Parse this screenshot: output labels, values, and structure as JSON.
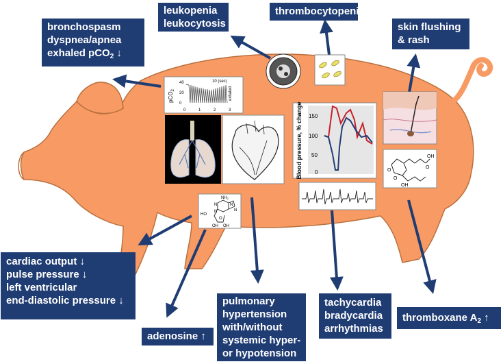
{
  "labels": {
    "lungs": [
      "bronchospasm",
      "dyspnea/apnea",
      "exhaled pCO",
      "2",
      " ↓"
    ],
    "blood_wbc": [
      "leukopenia",
      "leukocytosis"
    ],
    "platelets": [
      "thrombocytopenia"
    ],
    "skin": [
      "skin flushing",
      "& rash"
    ],
    "cardiac": [
      "cardiac output ↓",
      "pulse pressure ↓",
      "left ventricular",
      "end-diastolic pressure ↓"
    ],
    "adenosine": [
      "adenosine ↑"
    ],
    "pulmonary": [
      "pulmonary",
      "hypertension",
      "with/without",
      "systemic hyper-",
      "or hypotension"
    ],
    "rhythm": [
      "tachycardia",
      "bradycardia",
      "arrhythmias"
    ],
    "thromboxane": [
      "thromboxane A",
      "2",
      " ↑"
    ]
  },
  "pco2_panel": {
    "ylabel": "pCO",
    "ylabel_sub": "2",
    "yticks": [
      "40",
      "20",
      "0"
    ],
    "xticks": [
      "0",
      "1",
      "2",
      "3"
    ],
    "time_label": "10 (sec)",
    "trace_label": "exhaled"
  },
  "bp_panel": {
    "ylabel": "Blood pressure, % change",
    "yticks": [
      "150",
      "100",
      "50",
      "0"
    ],
    "series_colors": [
      "#c8202a",
      "#1f3c73"
    ]
  },
  "adenosine_panel": {
    "atom_labels": [
      "NH",
      "2",
      "N",
      "N",
      "N",
      "N",
      "O",
      "HO",
      "OH",
      "OH"
    ]
  },
  "thromboxane_panel": {
    "atom_labels": [
      "OH",
      "O",
      "O",
      "O",
      "OH"
    ]
  },
  "colors": {
    "pig_fill": "#f89a63",
    "pig_stroke": "#b8703f",
    "box": "#1f3c73",
    "arrow": "#1f3c73"
  }
}
